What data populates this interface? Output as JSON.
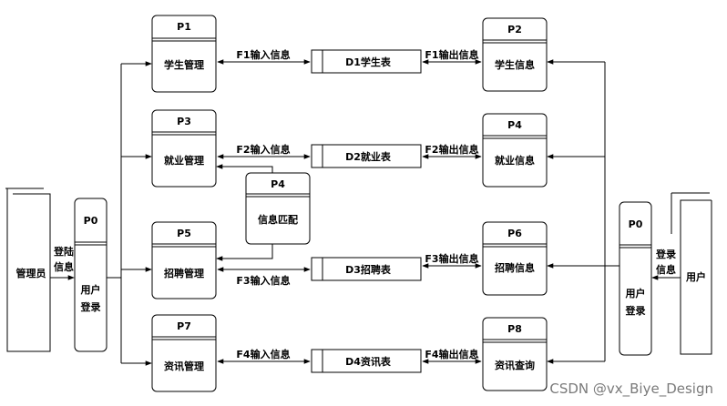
{
  "external_entities": {
    "admin": "管理员",
    "user": "用户"
  },
  "login_labels": {
    "left": [
      "登陆",
      "信息"
    ],
    "right": [
      "登录",
      "信息"
    ]
  },
  "processes": {
    "p1": {
      "id": "P1",
      "label": "学生管理"
    },
    "p2": {
      "id": "P2",
      "label": "学生信息"
    },
    "p3": {
      "id": "P3",
      "label": "就业管理"
    },
    "p4": {
      "id": "P4",
      "label": "就业信息"
    },
    "p4m": {
      "id": "P4",
      "label": "信息匹配"
    },
    "p5": {
      "id": "P5",
      "label": "招聘管理"
    },
    "p6": {
      "id": "P6",
      "label": "招聘信息"
    },
    "p7": {
      "id": "P7",
      "label": "资讯管理"
    },
    "p8": {
      "id": "P8",
      "label": "资讯查询"
    },
    "p0l": {
      "id": "P0",
      "label": [
        "用户",
        "登录"
      ]
    },
    "p0r": {
      "id": "P0",
      "label": [
        "用户",
        "登录"
      ]
    }
  },
  "data_stores": {
    "d1": "D1学生表",
    "d2": "D2就业表",
    "d3": "D3招聘表",
    "d4": "D4资讯表"
  },
  "flows": {
    "f1_in": "F1输入信息",
    "f1_out": "F1输出信息",
    "f2_in": "F2输入信息",
    "f2_out": "F2输出信息",
    "f3_in": "F3输入信息",
    "f3_out": "F3输出信息",
    "f4_in": "F4输入信息",
    "f4_out": "F4输出信息"
  },
  "watermark": "CSDN @vx_Biye_Design"
}
